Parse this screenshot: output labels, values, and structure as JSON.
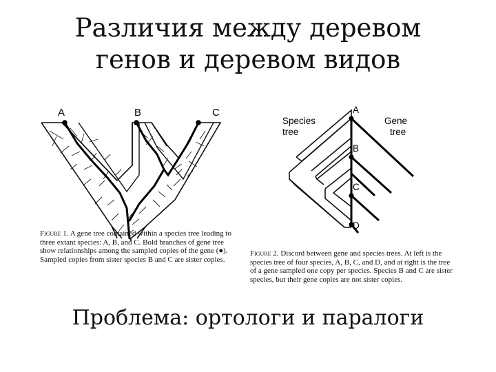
{
  "slide": {
    "title_line1": "Различия между деревом",
    "title_line2": "генов и деревом видов",
    "bottom_text": "Проблема: ортологи и паралоги"
  },
  "figure1": {
    "labels": [
      "A",
      "B",
      "C"
    ],
    "caption_label": "Figure 1.",
    "caption_text": "A gene tree contained within a species tree leading to three extant species: A, B, and C. Bold branches of gene tree show relationships among the sampled copies of the gene (●). Sampled copies from sister species B and C are sister copies."
  },
  "figure2": {
    "species_tree_label_1": "Species",
    "species_tree_label_2": "tree",
    "gene_tree_label_1": "Gene",
    "gene_tree_label_2": "tree",
    "labels": [
      "A",
      "B",
      "C",
      "D"
    ],
    "caption_label": "Figure 2.",
    "caption_text": "Discord between gene and species trees. At left is the species tree of four species, A, B, C, and D, and at right is the tree of a gene sampled one copy per species. Species B and C are sister species, but their gene copies are not sister copies."
  }
}
